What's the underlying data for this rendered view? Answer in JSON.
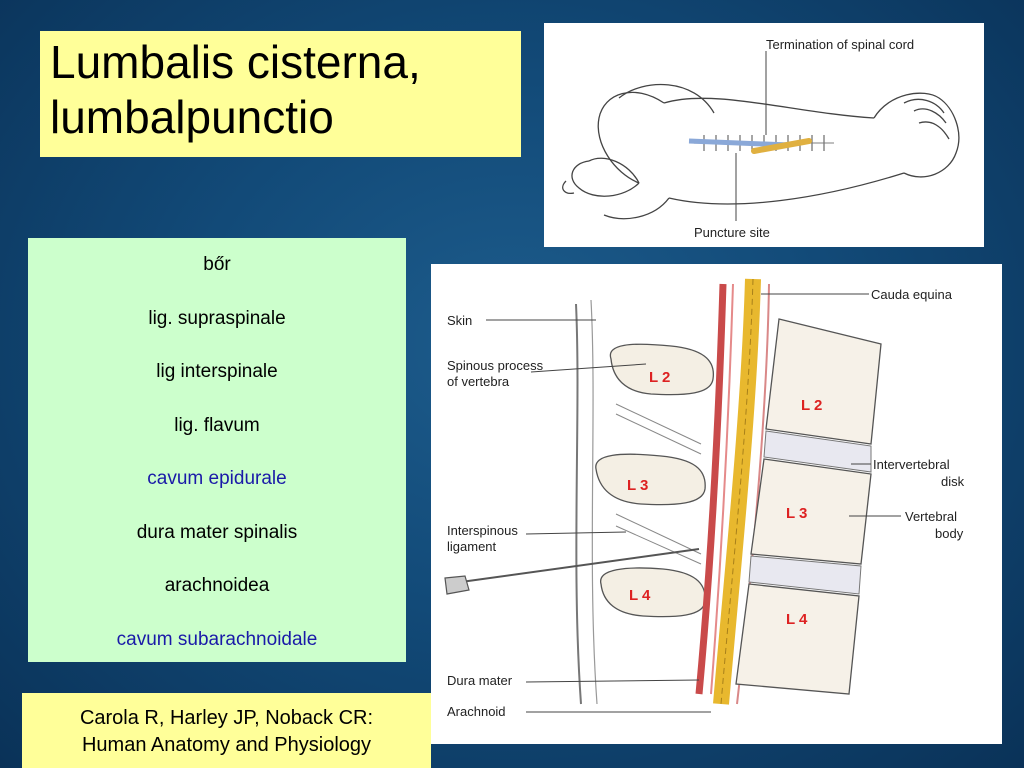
{
  "title": {
    "line1": "Lumbalis cisterna,",
    "line2": "lumbalpunctio"
  },
  "layers": [
    {
      "label": "bőr",
      "highlight": false
    },
    {
      "label": "lig. supraspinale",
      "highlight": false
    },
    {
      "label": "lig interspinale",
      "highlight": false
    },
    {
      "label": "lig. flavum",
      "highlight": false
    },
    {
      "label": "cavum epidurale",
      "highlight": true
    },
    {
      "label": "dura mater spinalis",
      "highlight": false
    },
    {
      "label": "arachnoidea",
      "highlight": false
    },
    {
      "label": "cavum subarachnoidale",
      "highlight": true
    }
  ],
  "reference": {
    "line1": "Carola R, Harley JP, Noback CR:",
    "line2": "Human Anatomy and Physiology"
  },
  "figure_top": {
    "labels": {
      "termination": "Termination of spinal cord",
      "puncture": "Puncture site"
    }
  },
  "figure_bottom": {
    "labels": {
      "skin": "Skin",
      "spinous1": "Spinous process",
      "spinous2": "of vertebra",
      "interspinous1": "Interspinous",
      "interspinous2": "ligament",
      "dura": "Dura mater",
      "arachnoid": "Arachnoid",
      "cauda": "Cauda equina",
      "disk1": "Intervertebral",
      "disk2": "disk",
      "body1": "Vertebral",
      "body2": "body"
    },
    "vertebra_labels": {
      "sp_l2": "L 2",
      "sp_l3": "L 3",
      "sp_l4": "L 4",
      "vb_l2": "L 2",
      "vb_l3": "L 3",
      "vb_l4": "L 4"
    }
  },
  "colors": {
    "title_bg": "#ffff99",
    "list_bg": "#ccffcc",
    "highlight_text": "#1a1aa8",
    "background": "#124a78",
    "cauda_yellow": "#e8b82e",
    "dura_red": "#c94a4a"
  }
}
